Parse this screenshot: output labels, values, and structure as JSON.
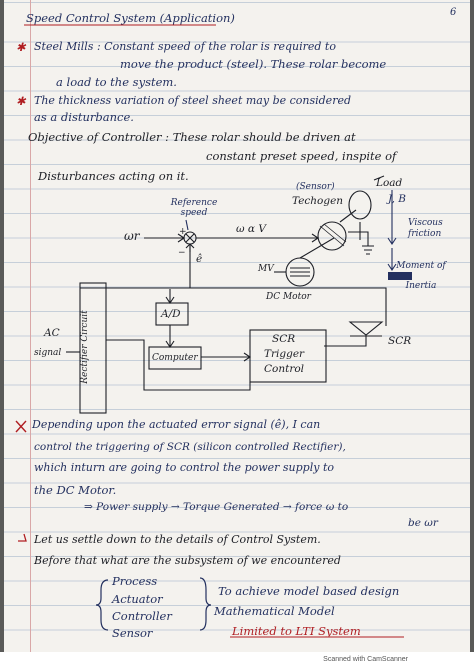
{
  "page_number": "6",
  "heading": "Speed Control System (Application)",
  "steel_mills_1": "Steel Mills : Constant speed of the rolar is required to",
  "steel_mills_2": "move the product (steel). These rolar become",
  "steel_mills_3": "a load to the system.",
  "thickness_1": "The thickness variation of steel sheet may be considered",
  "thickness_2": "as a disturbance.",
  "objective_1": "Objective of Controller : These rolar should be driven at",
  "objective_2": "constant preset speed, inspite of",
  "objective_3": "Disturbances acting on it.",
  "diagram": {
    "wr": "ωr",
    "reference_speed": "Reference speed",
    "plus": "+",
    "minus": "−",
    "e_hat": "ê",
    "w_alpha_v": "ω α V",
    "sensor": "(Sensor)",
    "techogen": "Techogen",
    "load": "Load",
    "j_b": "J, B",
    "viscous_friction": "Viscous friction",
    "moment_of_inertia": "Moment of Inertia",
    "mv": "MV",
    "dc_motor": "DC Motor",
    "ad": "A/D",
    "computer": "Computer",
    "scr_trigger": [
      "SCR",
      "Trigger",
      "Control"
    ],
    "scr": "SCR",
    "rectifier_circuit": "Rectifier Circuit",
    "ac_signal": [
      "AC",
      "signal"
    ]
  },
  "depending_1": "Depending upon the actuated error signal (ê), I can",
  "depending_2": "control the triggering of SCR (silicon controlled Rectifier),",
  "depending_3": "which inturn are going to control the power supply to",
  "depending_4": "the DC Motor.",
  "flow_1": "⇒  Power supply → Torque Generated → force ω to",
  "flow_2": "be ωr",
  "settle_1": "Let us settle down to the details of Control System.",
  "settle_2": "Before that what are the subsystem of we encountered",
  "subsystems": [
    "Process",
    "Actuator",
    "Controller",
    "Sensor"
  ],
  "design_1": "To achieve model based design",
  "design_2": "Mathematical Model",
  "design_3": "Limited to LTI System",
  "footer": "Scanned with CamScanner",
  "colors": {
    "ink_blue": "#23305f",
    "ink_black": "#1d1f26",
    "ink_red": "#b01e22",
    "paper": "#f4f2ee",
    "rule": "#c6cfd9",
    "margin": "#d9a7a7"
  }
}
